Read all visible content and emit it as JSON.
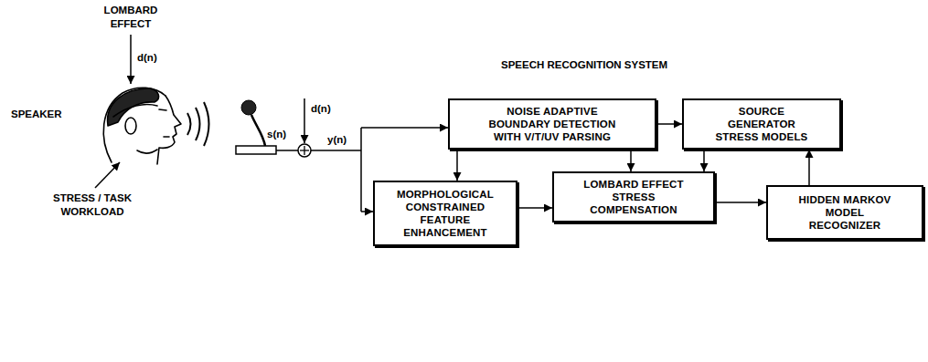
{
  "diagram": {
    "nodes": [
      {
        "text": [
          "NOISE ADAPTIVE BOUNDARY DETECTION WITH V/T/UV PARSING"
        ]
      },
      {
        "text": [
          "SOURCE GENERATOR STRESS MODELS"
        ]
      },
      {
        "text": [
          "MORPHOLOGICAL CONSTRAINED FEATURE ENHANCEMENT"
        ]
      },
      {
        "text": [
          "LOMBARD EFFECT STRESS COMPENSATION"
        ]
      },
      {
        "text": [
          "HIDDEN MARKOV MODEL RECOGNIZER"
        ]
      }
    ],
    "edges": [
      {
        "from": 0,
        "to": 1,
        "arrow": "to"
      },
      {
        "from": 0,
        "to": 2,
        "arrow": "to"
      },
      {
        "from": 0,
        "to": 3,
        "arrow": "to"
      },
      {
        "from": 1,
        "to": 3,
        "arrow": "to"
      },
      {
        "from": 2,
        "to": 3,
        "arrow": "to"
      },
      {
        "from": 3,
        "to": 4,
        "arrow": "to"
      },
      {
        "from": 4,
        "to": 1,
        "arrow": "to"
      }
    ],
    "labels": [
      "LOMBARD EFFECT",
      "d(n)",
      "SPEAKER",
      "STRESS / TASK WORKLOAD",
      "s(n)",
      "d(n)",
      "y(n)",
      "SPEECH RECOGNITION SYSTEM"
    ]
  }
}
